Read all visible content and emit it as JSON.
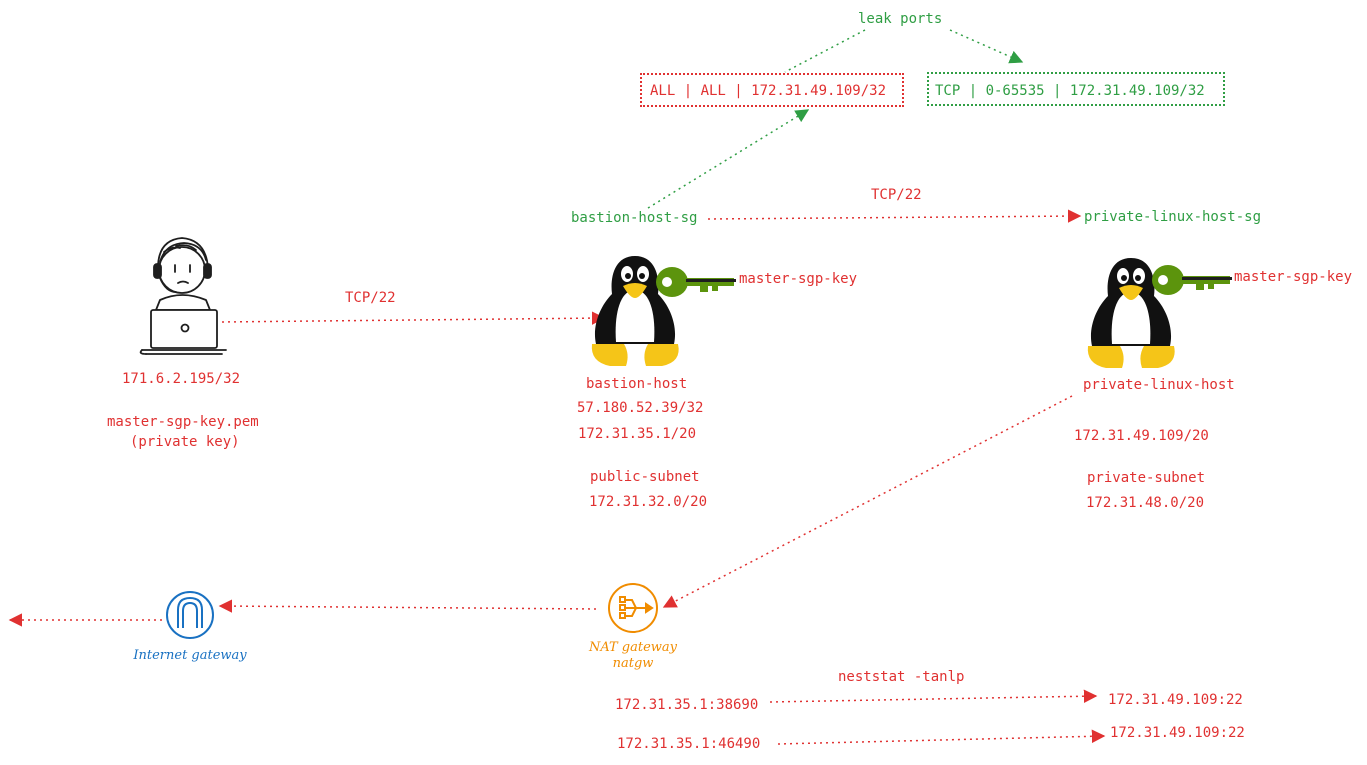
{
  "top": {
    "leak_ports": "leak ports",
    "rule_all": "ALL | ALL | 172.31.49.109/32",
    "rule_tcp": "TCP | 0-65535 | 172.31.49.109/32"
  },
  "sg": {
    "bastion": "bastion-host-sg",
    "private": "private-linux-host-sg",
    "link_label": "TCP/22"
  },
  "user": {
    "ip": "171.6.2.195/32",
    "key_file": "master-sgp-key.pem",
    "key_note": "(private key)",
    "link_label": "TCP/22"
  },
  "bastion": {
    "key_label": "master-sgp-key",
    "name": "bastion-host",
    "public_ip": "57.180.52.39/32",
    "private_ip": "172.31.35.1/20",
    "subnet_name": "public-subnet",
    "subnet_cidr": "172.31.32.0/20"
  },
  "private_host": {
    "key_label": "master-sgp-key",
    "name": "private-linux-host",
    "private_ip": "172.31.49.109/20",
    "subnet_name": "private-subnet",
    "subnet_cidr": "172.31.48.0/20"
  },
  "nat": {
    "line1": "NAT gateway",
    "line2": "natgw"
  },
  "igw": {
    "label": "Internet gateway"
  },
  "netstat": {
    "title": "neststat -tanlp",
    "rows": [
      {
        "src": "172.31.35.1:38690",
        "dst": "172.31.49.109:22"
      },
      {
        "src": "172.31.35.1:46490",
        "dst": "172.31.49.109:22"
      }
    ]
  },
  "colors": {
    "red": "#e03131",
    "green": "#2f9e44",
    "orange": "#f08c00",
    "blue": "#1971c2",
    "key_green": "#5c940d",
    "penguin_yellow": "#f5c518"
  }
}
